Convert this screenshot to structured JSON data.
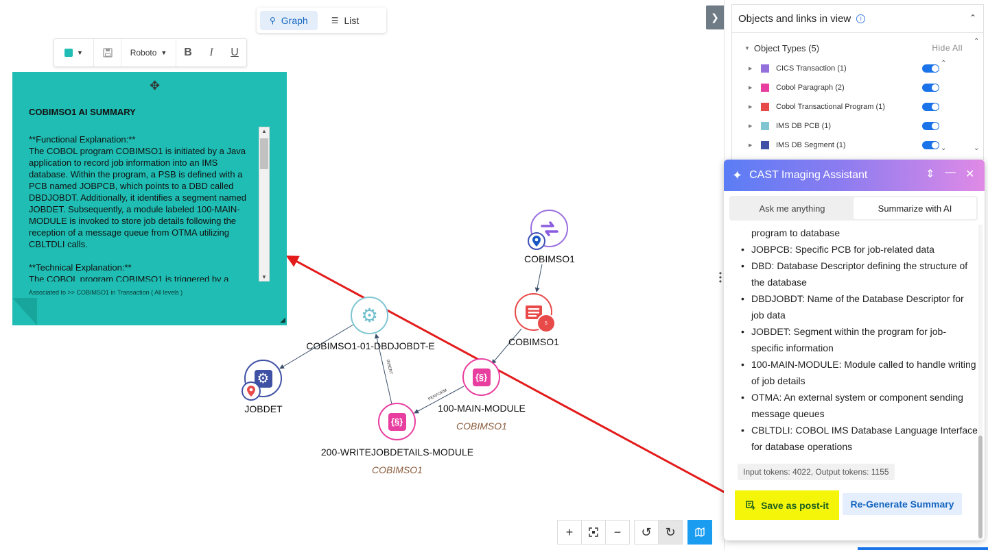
{
  "view_toggle": {
    "graph_label": "Graph",
    "list_label": "List"
  },
  "format_toolbar": {
    "color": "#1fbdb3",
    "font": "Roboto",
    "bold": "B",
    "italic": "I",
    "underline": "U"
  },
  "postit": {
    "title": "COBIMSO1 AI SUMMARY",
    "paragraphs": [
      "**Functional Explanation:**",
      "The COBOL program COBIMSO1 is initiated by a Java application to record job information into an IMS database. Within the program, a PSB is defined with a PCB named JOBPCB, which points to a DBD called DBDJOBDT. Additionally, it identifies a segment named JOBDET. Subsequently, a module labeled 100-MAIN-MODULE is invoked to store job details following the reception of a message queue from OTMA utilizing CBLTDLI calls.",
      "**Technical Explanation:**",
      "The COBOL program COBIMSO1 is triggered by a"
    ],
    "association": "Associated to >> COBIMSO1 in Transaction ( All levels )"
  },
  "graph": {
    "nodes": {
      "cics": {
        "label": "COBIMSO1"
      },
      "program": {
        "label": "COBIMSO1",
        "badge": "5"
      },
      "dbpcb": {
        "label": "COBIMSO1-01-DBDJOBDT-E"
      },
      "main": {
        "label": "100-MAIN-MODULE",
        "sub": "COBIMSO1"
      },
      "write": {
        "label": "200-WRITEJOBDETAILS-MODULE",
        "sub": "COBIMSO1"
      },
      "jobdet": {
        "label": "JOBDET"
      }
    },
    "edges": {
      "perform": "PERFORM",
      "insert": "INSERT"
    }
  },
  "controls": {
    "zoom_in": "+",
    "zoom_out": "−"
  },
  "objects_panel": {
    "title": "Objects and links in view",
    "object_types_label": "Object Types (5)",
    "hide_all": "Hide All",
    "rows": [
      {
        "label": "CICS Transaction (1)",
        "color": "#9370db"
      },
      {
        "label": "Cobol Paragraph (2)",
        "color": "#e83e9f"
      },
      {
        "label": "Cobol Transactional Program (1)",
        "color": "#e84a4a"
      },
      {
        "label": "IMS DB PCB (1)",
        "color": "#7fc6d2"
      },
      {
        "label": "IMS DB Segment (1)",
        "color": "#3f51a5"
      }
    ]
  },
  "assistant": {
    "title": "CAST Imaging Assistant",
    "tabs": {
      "ask": "Ask me anything",
      "summarize": "Summarize with AI"
    },
    "partial_line": "program to database",
    "items": [
      "JOBPCB: Specific PCB for job-related data",
      "DBD: Database Descriptor defining the structure of the database",
      "DBDJOBDT: Name of the Database Descriptor for job data",
      "JOBDET: Segment within the program for job-specific information",
      "100-MAIN-MODULE: Module called to handle writing of job details",
      "OTMA: An external system or component sending message queues",
      "CBLTDLI: COBOL IMS Database Language Interface for database operations"
    ],
    "tokens": "Input tokens: 4022, Output tokens: 1155",
    "save_label": "Save as post-it",
    "regen_label": "Re-Generate Summary"
  }
}
